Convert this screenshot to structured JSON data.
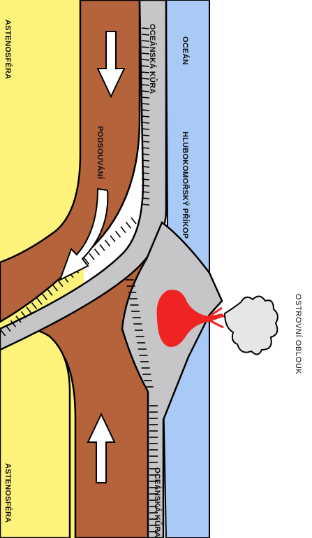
{
  "labels": {
    "asthenosphere_top": "ASTENOSFÉRA",
    "asthenosphere_bottom": "ASTENOSFÉRA",
    "ocean": "OCEÁN",
    "oceanic_crust_top": "OCEÁNSKÁ KŮRA",
    "oceanic_crust_bottom": "OCEÁNSKÁ KŮRA",
    "subduction": "PODSOUVÁNÍ",
    "trench": "HLUBOKOMOŘSKÝ PŘÍKOP",
    "island_arc": "OSTROVNÍ OBLOUK"
  },
  "colors": {
    "asthenosphere": "#fdf37b",
    "lithosphere": "#b5633a",
    "crust": "#c6c6c8",
    "ocean": "#a9c9f6",
    "magma": "#f02323",
    "ash_cloud": "#e6e6e6",
    "arrow": "#ffffff",
    "outline": "#000000"
  },
  "arrows": [
    {
      "name": "arrow-down-top",
      "direction": "down"
    },
    {
      "name": "arrow-curved-subduction",
      "direction": "down-left"
    },
    {
      "name": "arrow-up-bottom",
      "direction": "up"
    }
  ]
}
